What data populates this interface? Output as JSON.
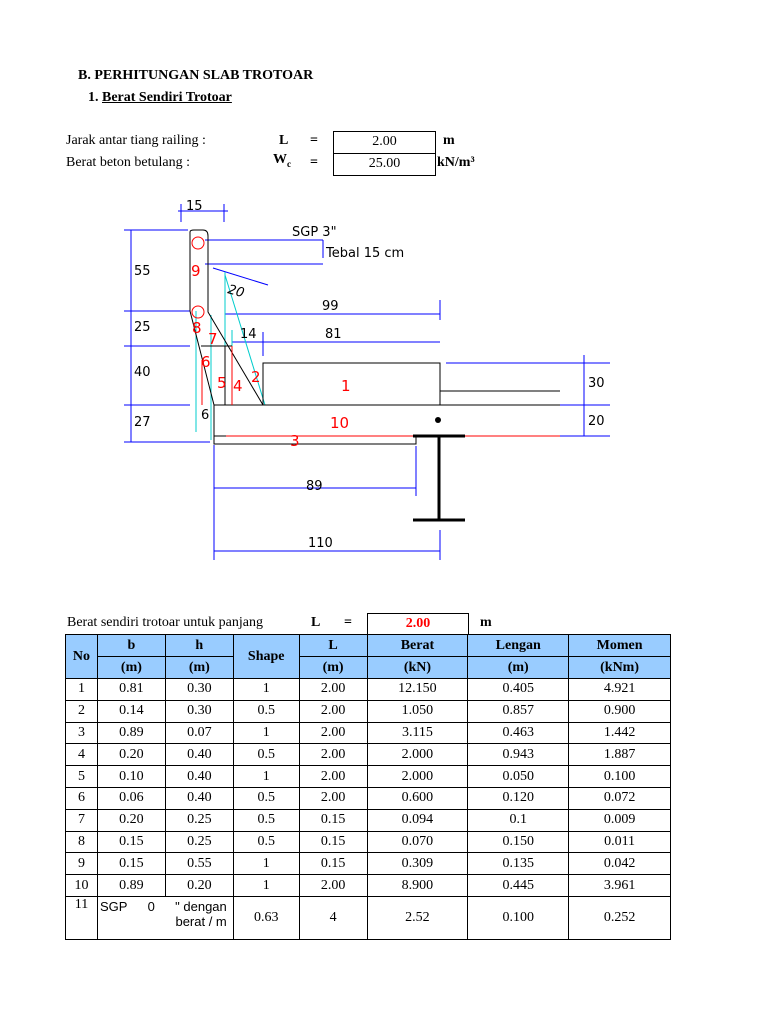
{
  "section_title": "B.   PERHITUNGAN SLAB TROTOAR",
  "subsection_number": "1.",
  "subsection_title": "Berat Sendiri Trotoar",
  "params": [
    {
      "label": "Jarak antar tiang railing :",
      "symbol": "L",
      "eq": "=",
      "value": "2.00",
      "unit": "m"
    },
    {
      "label": "Berat beton betulang :",
      "symbol": "W",
      "symbol_sub": "c",
      "eq": "=",
      "value": "25.00",
      "unit": "kN/m³"
    }
  ],
  "diagram": {
    "dims": [
      "15",
      "55",
      "25",
      "40",
      "27",
      "20",
      "99",
      "14",
      "81",
      "6",
      "89",
      "110",
      "30",
      "20"
    ],
    "notes": [
      "SGP 3\"",
      "Tebal 15 cm"
    ],
    "parts": [
      "9",
      "8",
      "7",
      "6",
      "5",
      "4",
      "2",
      "1",
      "10",
      "3"
    ]
  },
  "table_intro": {
    "label": "Berat sendiri trotoar untuk panjang",
    "symbol": "L",
    "eq": "=",
    "value": "2.00",
    "unit": "m"
  },
  "table": {
    "headers_top": [
      "No",
      "b",
      "h",
      "Shape",
      "L",
      "Berat",
      "Lengan",
      "Momen"
    ],
    "headers_bottom": [
      "(m)",
      "(m)",
      "(m)",
      "(kN)",
      "(m)",
      "(kNm)"
    ],
    "rows": [
      [
        "1",
        "0.81",
        "0.30",
        "1",
        "2.00",
        "12.150",
        "0.405",
        "4.921"
      ],
      [
        "2",
        "0.14",
        "0.30",
        "0.5",
        "2.00",
        "1.050",
        "0.857",
        "0.900"
      ],
      [
        "3",
        "0.89",
        "0.07",
        "1",
        "2.00",
        "3.115",
        "0.463",
        "1.442"
      ],
      [
        "4",
        "0.20",
        "0.40",
        "0.5",
        "2.00",
        "2.000",
        "0.943",
        "1.887"
      ],
      [
        "5",
        "0.10",
        "0.40",
        "1",
        "2.00",
        "2.000",
        "0.050",
        "0.100"
      ],
      [
        "6",
        "0.06",
        "0.40",
        "0.5",
        "2.00",
        "0.600",
        "0.120",
        "0.072"
      ],
      [
        "7",
        "0.20",
        "0.25",
        "0.5",
        "0.15",
        "0.094",
        "0.1",
        "0.009"
      ],
      [
        "8",
        "0.15",
        "0.25",
        "0.5",
        "0.15",
        "0.070",
        "0.150",
        "0.011"
      ],
      [
        "9",
        "0.15",
        "0.55",
        "1",
        "0.15",
        "0.309",
        "0.135",
        "0.042"
      ],
      [
        "10",
        "0.89",
        "0.20",
        "1",
        "2.00",
        "8.900",
        "0.445",
        "3.961"
      ]
    ],
    "last_row": {
      "no": "11",
      "sgp": "SGP",
      "sgp_size": "0",
      "desc1": "\" dengan",
      "desc2": "berat / m",
      "c3": "0.63",
      "c4": "4",
      "c5": "2.52",
      "c6": "0.100",
      "c7": "0.252"
    }
  }
}
